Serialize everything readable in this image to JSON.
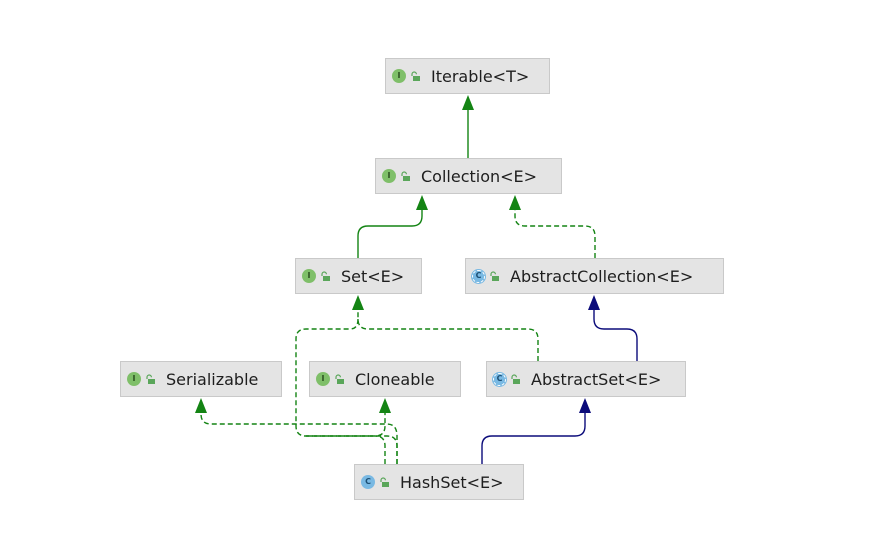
{
  "nodes": [
    {
      "id": "iterable",
      "label": "Iterable<T>",
      "kind": "interface",
      "kind_letter": "I",
      "icon": "interface-icon"
    },
    {
      "id": "collection",
      "label": "Collection<E>",
      "kind": "interface",
      "kind_letter": "I",
      "icon": "interface-icon"
    },
    {
      "id": "set",
      "label": "Set<E>",
      "kind": "interface",
      "kind_letter": "I",
      "icon": "interface-icon"
    },
    {
      "id": "abstractcollection",
      "label": "AbstractCollection<E>",
      "kind": "abstract",
      "kind_letter": "C",
      "icon": "abstract-class-icon"
    },
    {
      "id": "serializable",
      "label": "Serializable",
      "kind": "interface",
      "kind_letter": "I",
      "icon": "interface-icon"
    },
    {
      "id": "cloneable",
      "label": "Cloneable",
      "kind": "interface",
      "kind_letter": "I",
      "icon": "interface-icon"
    },
    {
      "id": "abstractset",
      "label": "AbstractSet<E>",
      "kind": "abstract",
      "kind_letter": "C",
      "icon": "abstract-class-icon"
    },
    {
      "id": "hashset",
      "label": "HashSet<E>",
      "kind": "class",
      "kind_letter": "C",
      "icon": "class-icon"
    }
  ],
  "edges": [
    {
      "from": "collection",
      "to": "iterable",
      "type": "extends"
    },
    {
      "from": "set",
      "to": "collection",
      "type": "extends"
    },
    {
      "from": "abstractcollection",
      "to": "collection",
      "type": "implements"
    },
    {
      "from": "abstractset",
      "to": "abstractcollection",
      "type": "class-extends"
    },
    {
      "from": "abstractset",
      "to": "set",
      "type": "implements"
    },
    {
      "from": "hashset",
      "to": "set",
      "type": "implements"
    },
    {
      "from": "hashset",
      "to": "serializable",
      "type": "implements"
    },
    {
      "from": "hashset",
      "to": "cloneable",
      "type": "implements"
    },
    {
      "from": "hashset",
      "to": "abstractset",
      "type": "class-extends"
    }
  ],
  "colors": {
    "interface_edge": "#148414",
    "class_edge": "#0b0b7a",
    "interface_icon": "#7fbf69",
    "class_icon": "#79b9e3",
    "lock": "#5aa65a"
  }
}
